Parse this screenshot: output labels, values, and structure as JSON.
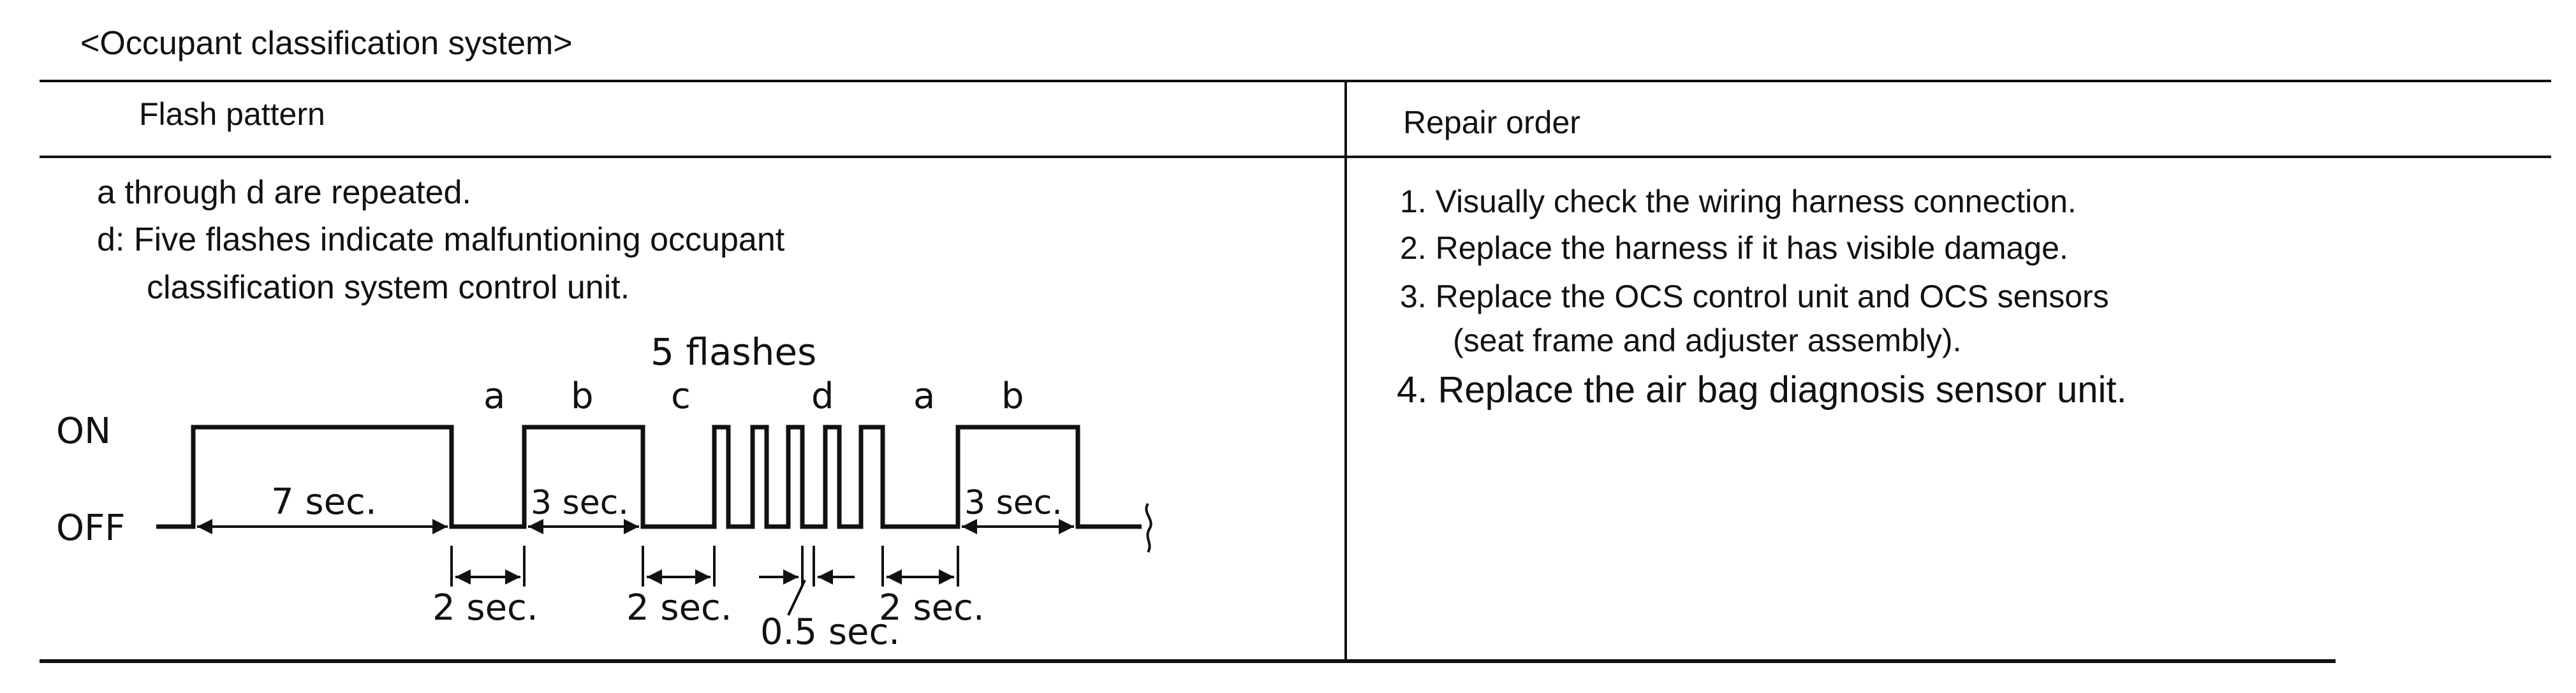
{
  "title": "<Occupant classification system>",
  "table": {
    "col_flash": "Flash pattern",
    "col_repair": "Repair order"
  },
  "flash": {
    "line1": "a through d are repeated.",
    "line2": "d:  Five flashes indicate malfuntioning occupant",
    "line3": "classification system control unit."
  },
  "repair": {
    "item1": "1.  Visually check the wiring harness connection.",
    "item2": "2.  Replace the harness if it has visible damage.",
    "item3a": "3.  Replace the OCS control unit and OCS sensors",
    "item3b": "(seat frame and adjuster assembly).",
    "item4": "4.  Replace the air bag diagnosis sensor unit."
  },
  "diagram": {
    "on": "ON",
    "off": "OFF",
    "five_flashes": "5 flashes",
    "a1": "a",
    "b1": "b",
    "c": "c",
    "d": "d",
    "a2": "a",
    "b2": "b",
    "sec7": "7 sec.",
    "sec3_1": "3 sec.",
    "sec3_2": "3 sec.",
    "sec2_1": "2 sec.",
    "sec2_2": "2 sec.",
    "sec2_3": "2 sec.",
    "sec05": "0.5 sec."
  }
}
